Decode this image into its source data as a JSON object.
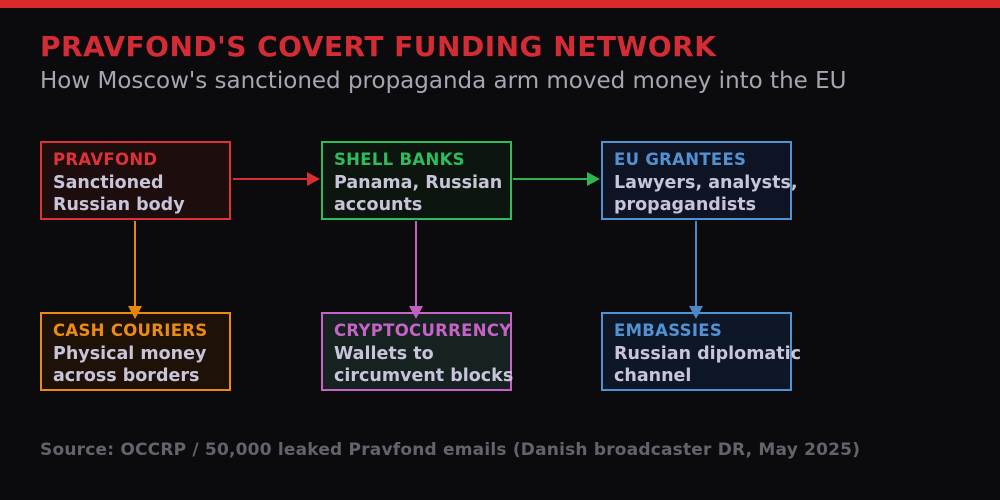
{
  "header": {
    "title": "PRAVFOND'S COVERT FUNDING NETWORK",
    "subtitle": "How Moscow's sanctioned propaganda arm moved money into the EU"
  },
  "nodes": [
    {
      "id": "pravfond",
      "title": "PRAVFOND",
      "lines": [
        "Sanctioned",
        "Russian body"
      ],
      "accent": "#dc3238",
      "bg": "#1d0d0d"
    },
    {
      "id": "shell-banks",
      "title": "SHELL BANKS",
      "lines": [
        "Panama, Russian",
        "accounts"
      ],
      "accent": "#2fbc5f",
      "bg": "#0c160e"
    },
    {
      "id": "eu-grantees",
      "title": "EU GRANTEES",
      "lines": [
        "Lawyers, analysts,",
        "propagandists"
      ],
      "accent": "#5291d2",
      "bg": "#0e1424"
    },
    {
      "id": "cash-couriers",
      "title": "CASH COURIERS",
      "lines": [
        "Physical money",
        "across borders"
      ],
      "accent": "#ea8c14",
      "bg": "#1e1208"
    },
    {
      "id": "cryptocurrency",
      "title": "CRYPTOCURRENCY",
      "lines": [
        "Wallets to",
        "circumvent blocks"
      ],
      "accent": "#c763c6",
      "bg": "#152220"
    },
    {
      "id": "embassies",
      "title": "EMBASSIES",
      "lines": [
        "Russian diplomatic",
        "channel"
      ],
      "accent": "#5291d2",
      "bg": "#0e1728"
    }
  ],
  "edges": [
    {
      "from": "PRAVFOND",
      "to": "SHELL BANKS",
      "direction": "right",
      "color": "#d62f2f"
    },
    {
      "from": "SHELL BANKS",
      "to": "EU GRANTEES",
      "direction": "right",
      "color": "#2eb453"
    },
    {
      "from": "PRAVFOND",
      "to": "CASH COURIERS",
      "direction": "down",
      "color": "#e8860c"
    },
    {
      "from": "SHELL BANKS",
      "to": "CRYPTOCURRENCY",
      "direction": "down",
      "color": "#c05fc2"
    },
    {
      "from": "EU GRANTEES",
      "to": "EMBASSIES",
      "direction": "down",
      "color": "#4a88c7"
    }
  ],
  "footer": {
    "source": "Source: OCCRP / 50,000 leaked Pravfond emails (Danish broadcaster DR, May 2025)"
  },
  "colors": {
    "background": "#0b0b0e",
    "top_bar": "#d8292d",
    "title_text": "#d42c34",
    "subtitle_text": "#a9a4b2",
    "body_text": "#c8c4d9",
    "source_text": "#66626d"
  }
}
